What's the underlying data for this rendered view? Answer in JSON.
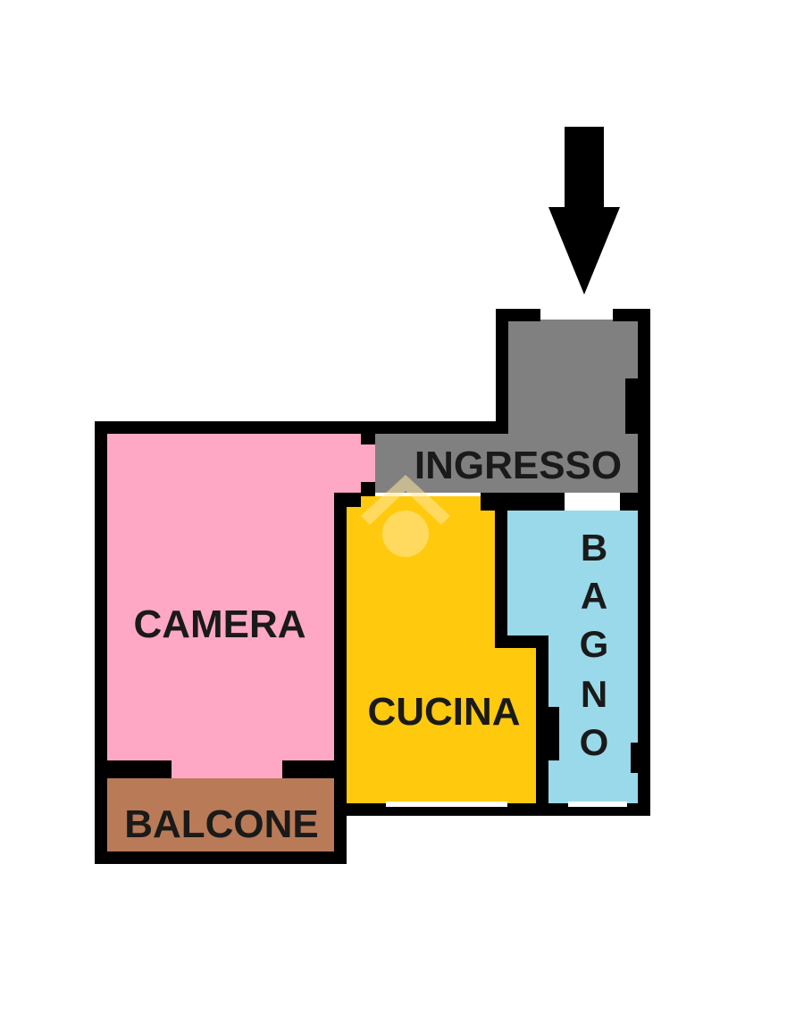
{
  "rooms": {
    "camera": {
      "label": "CAMERA",
      "color": "#FFA8C5"
    },
    "ingresso": {
      "label": "INGRESSO",
      "color": "#808080"
    },
    "cucina": {
      "label": "CUCINA",
      "color": "#FFC90E"
    },
    "bagno": {
      "label": "BAGNO",
      "letters": [
        "B",
        "A",
        "G",
        "N",
        "O"
      ],
      "color": "#99D9EA"
    },
    "balcone": {
      "label": "BALCONE",
      "color": "#B97A57"
    }
  },
  "entrance_arrow": {
    "icon": "arrow-down-icon",
    "color": "#000000"
  },
  "wall_color": "#000000",
  "watermark": {
    "icon": "house-logo-watermark",
    "color": "#FFE8A0"
  }
}
